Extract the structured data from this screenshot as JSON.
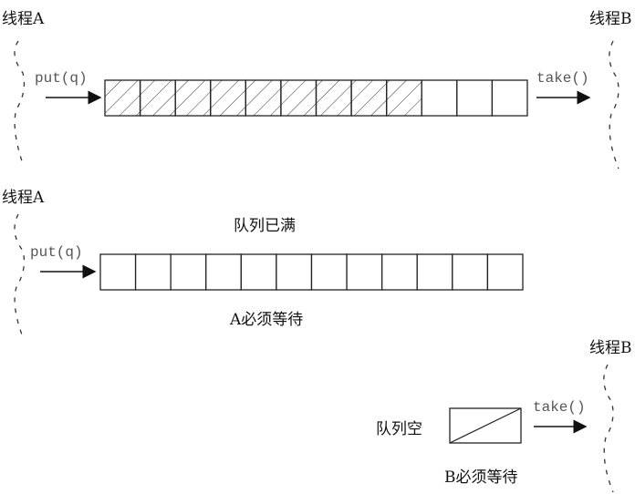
{
  "top": {
    "thread_a": "线程A",
    "thread_b": "线程B",
    "put_label": "put(q)",
    "take_label": "take()",
    "cells": 12,
    "filled_cells": 9
  },
  "middle": {
    "thread_a": "线程A",
    "put_label": "put(q)",
    "status": "队列已满",
    "wait_label": "A必须等待",
    "cells": 12
  },
  "bottom": {
    "thread_b": "线程B",
    "take_label": "take()",
    "status": "队列空",
    "wait_label": "B必须等待"
  },
  "colors": {
    "stroke": "#222222",
    "text": "#111111",
    "code": "#555555"
  }
}
